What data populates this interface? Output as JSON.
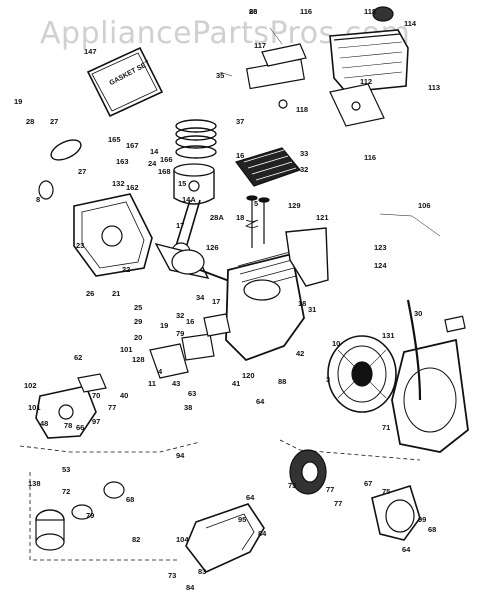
{
  "watermark": "AppliancePartsPros.com",
  "gasket_set_text": "GASKET SET",
  "colors": {
    "line": "#111111",
    "fill": "#ffffff",
    "dark": "#222222",
    "watermark": "#d0d0d0"
  },
  "labels": [
    "28",
    "116",
    "118",
    "114",
    "147",
    "117",
    "35",
    "113",
    "112",
    "19",
    "37",
    "118",
    "27",
    "165",
    "14",
    "16",
    "28",
    "167",
    "163",
    "24",
    "166",
    "168",
    "33",
    "32",
    "116",
    "27",
    "132",
    "15",
    "162",
    "14A",
    "28A",
    "8",
    "5",
    "106",
    "17",
    "129",
    "121",
    "23",
    "18",
    "126",
    "22",
    "123",
    "124",
    "26",
    "21",
    "25",
    "29",
    "20",
    "34",
    "17",
    "18",
    "31",
    "30",
    "131",
    "19",
    "79",
    "32",
    "16",
    "10",
    "101",
    "128",
    "42",
    "120",
    "4",
    "43",
    "11",
    "41",
    "3",
    "88",
    "63",
    "40",
    "64",
    "38",
    "62",
    "102",
    "48",
    "101",
    "77",
    "78",
    "66",
    "70",
    "97",
    "71",
    "77",
    "67",
    "94",
    "53",
    "72",
    "73",
    "77",
    "75",
    "99",
    "68",
    "64",
    "138",
    "68",
    "95",
    "79",
    "64",
    "84",
    "82",
    "104",
    "83",
    "73",
    "84",
    "86"
  ]
}
